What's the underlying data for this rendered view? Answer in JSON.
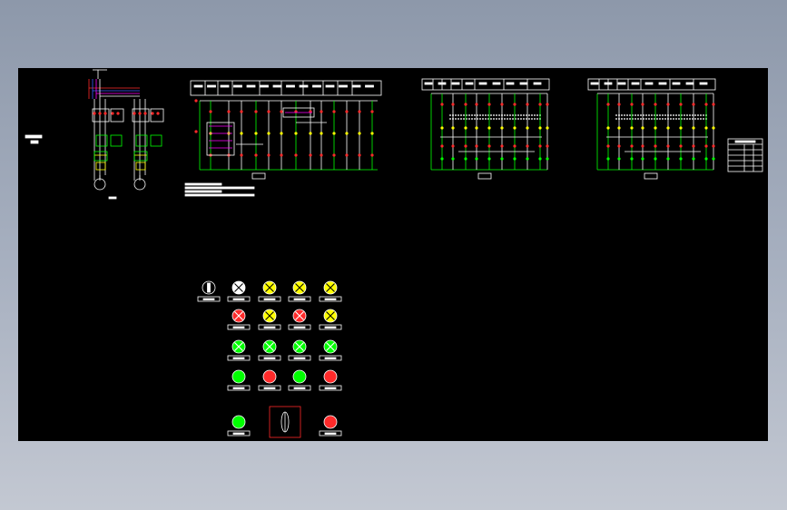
{
  "window": {
    "background": "#98a2b3"
  },
  "drawing": {
    "background": "#000000",
    "colors": {
      "line_white": "#ffffff",
      "line_green": "#00ff00",
      "line_red": "#ff2a2a",
      "line_yellow": "#ffff00",
      "line_cyan": "#00ffff",
      "line_magenta": "#ff00ff",
      "line_blue": "#3a5cff"
    },
    "sheets": [
      {
        "id": "power-circuit",
        "label": ""
      },
      {
        "id": "control-circuit-1",
        "label": ""
      },
      {
        "id": "control-circuit-2",
        "label": ""
      },
      {
        "id": "control-circuit-3",
        "label": ""
      }
    ],
    "panel_devices": {
      "rows": [
        [
          "selector-switch",
          "lamp-white",
          "lamp-yellow",
          "lamp-yellow",
          "lamp-yellow"
        ],
        [
          "lamp-red",
          "lamp-yellow",
          "lamp-red",
          "lamp-yellow"
        ],
        [
          "lamp-green",
          "lamp-green",
          "lamp-green",
          "lamp-green"
        ],
        [
          "button-green",
          "button-red",
          "button-green",
          "button-red"
        ],
        [
          "button-green",
          "emergency-stop",
          "button-red"
        ]
      ]
    }
  }
}
